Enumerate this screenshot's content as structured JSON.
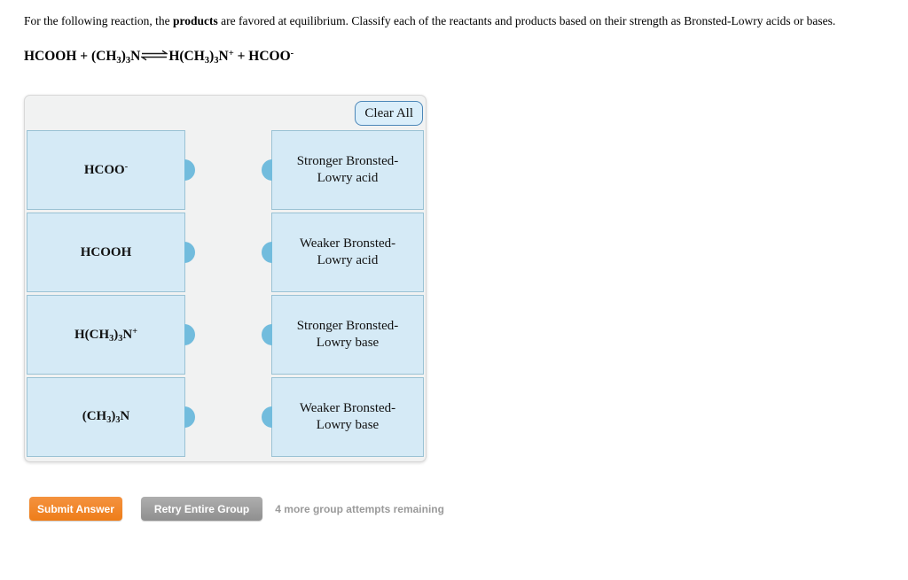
{
  "question": {
    "text_before": "For the following reaction, the ",
    "bold_word": "products",
    "text_after": " are favored at equilibrium. Classify each of the reactants and products based on their strength as Bronsted-Lowry acids or bases."
  },
  "equation": "HCOOH + (CH_3_)_3_N⇌H(CH_3_)_3_N^+^ + HCOO^-^",
  "panel": {
    "clear_all_label": "Clear All",
    "terms": [
      "HCOO^-^",
      "HCOOH",
      "H(CH_3_)_3_N^+^",
      "(CH_3_)_3_N"
    ],
    "categories": [
      "Stronger Bronsted-Lowry acid",
      "Weaker Bronsted-Lowry acid",
      "Stronger Bronsted-Lowry base",
      "Weaker Bronsted-Lowry base"
    ]
  },
  "footer": {
    "submit_label": "Submit Answer",
    "retry_label": "Retry Entire Group",
    "attempts_text": "4 more group attempts remaining"
  },
  "colors": {
    "panel_background": "#f1f2f2",
    "box_fill": "#d5eaf6",
    "box_border": "#9ac2d4",
    "connector_blue": "#72bcdd",
    "clear_all_border": "#4c87b8",
    "submit_orange": "#ee7d19",
    "retry_gray": "#9b9b9b",
    "attempts_text_gray": "#9a9a9a"
  }
}
